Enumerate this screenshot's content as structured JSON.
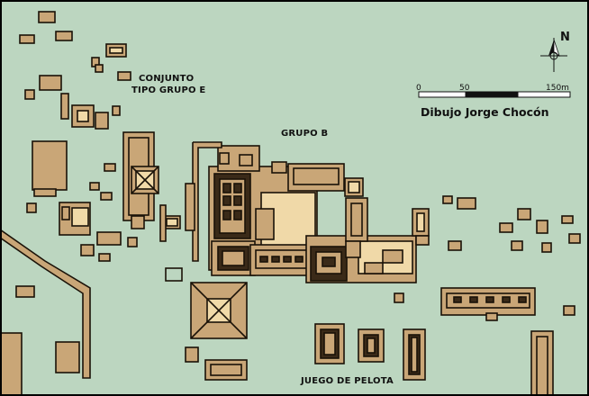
{
  "map": {
    "labels": {
      "conjunto_line1": "CONJUNTO",
      "conjunto_line2": "TIPO GRUPO E",
      "grupo_b": "GRUPO B",
      "juego_de_pelota": "JUEGO DE PELOTA"
    },
    "credit": "Dibujo Jorge Chocón",
    "scale_bar": {
      "ticks": [
        "0",
        "50",
        "150m"
      ],
      "max_meters": 150
    },
    "north_arrow": {
      "label": "N",
      "icon": "compass-north-icon"
    },
    "colors": {
      "background": "#bcd6c0",
      "structure": "#c9a677",
      "structure_light": "#f0d9a8",
      "outline": "#1a1208",
      "dark": "#3a2a18",
      "frame": "#000000"
    }
  }
}
